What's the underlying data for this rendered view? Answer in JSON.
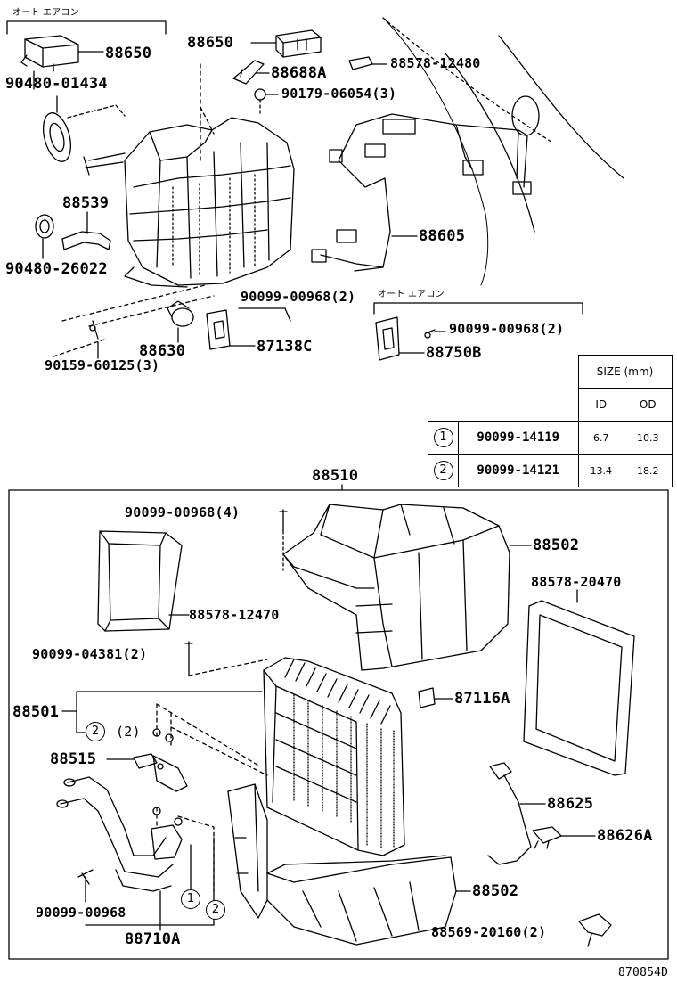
{
  "notes": {
    "auto_ac_top": "オート エアコン",
    "auto_ac_mid": "オート エアコン"
  },
  "parts": {
    "p88650": "88650",
    "p90480_01434": "90480-01434",
    "p88650b": "88650",
    "p88688A": "88688A",
    "p88578_12480": "88578-12480",
    "p90179_06054": "90179-06054(3)",
    "p88539": "88539",
    "p88605": "88605",
    "p90480_26022": "90480-26022",
    "p90099_00968_2a": "90099-00968(2)",
    "p90099_00968_2b": "90099-00968(2)",
    "p88630": "88630",
    "p87138C": "87138C",
    "p88750B": "88750B",
    "p90159_60125": "90159-60125(3)",
    "p88510": "88510",
    "p90099_00968_4": "90099-00968(4)",
    "p88502a": "88502",
    "p88578_20470": "88578-20470",
    "p88578_12470": "88578-12470",
    "p90099_04381": "90099-04381(2)",
    "p88501": "88501",
    "p87116A": "87116A",
    "p88515": "88515",
    "p88625": "88625",
    "p88626A": "88626A",
    "p88502b": "88502",
    "p90099_00968": "90099-00968",
    "p88710A": "88710A",
    "p88569_20160": "88569-20160(2)",
    "paren2": "(2)",
    "c1": "1",
    "c2": "2",
    "c2b": "2",
    "c1b": "1",
    "c2c": "2"
  },
  "size_table": {
    "header": "SIZE (mm)",
    "col_id": "ID",
    "col_od": "OD",
    "rows": [
      {
        "mark": "1",
        "part": "90099-14119",
        "id": "6.7",
        "od": "10.3"
      },
      {
        "mark": "2",
        "part": "90099-14121",
        "id": "13.4",
        "od": "18.2"
      }
    ]
  },
  "figure_code": "870854D"
}
